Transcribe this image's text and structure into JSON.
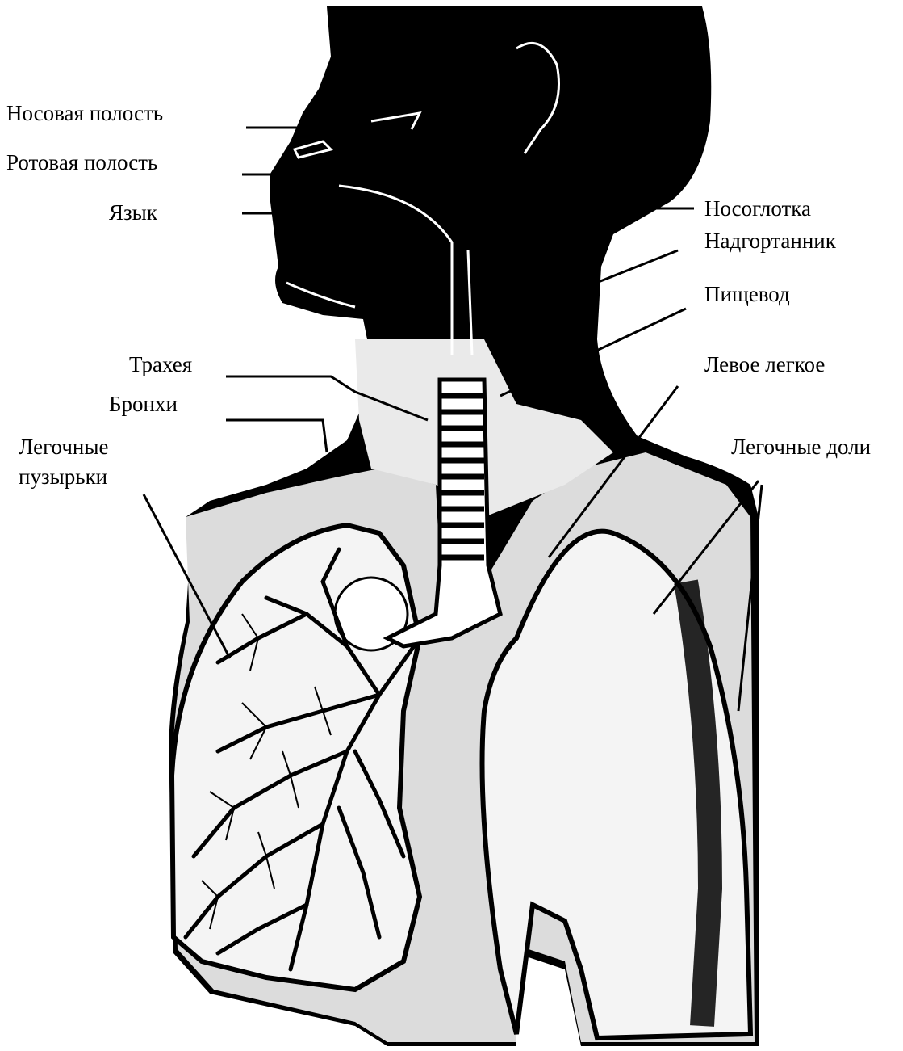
{
  "labels": {
    "nasal_cavity": "Носовая полость",
    "oral_cavity": "Ротовая полость",
    "tongue": "Язык",
    "nasopharynx": "Носоглотка",
    "epiglottis": "Надгортанник",
    "esophagus": "Пищевод",
    "trachea": "Трахея",
    "bronchi": "Бронхи",
    "left_lung": "Левое легкое",
    "alveoli_line1": "Легочные",
    "alveoli_line2": "пузырьки",
    "lung_lobes": "Легочные доли"
  },
  "colors": {
    "ink": "#000000",
    "paper": "#ffffff",
    "lung_tint": "#f4f4f4"
  }
}
